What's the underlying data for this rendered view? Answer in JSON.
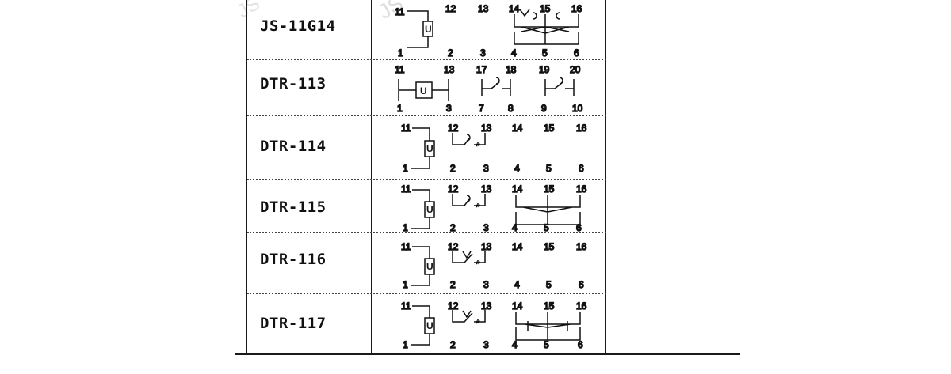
{
  "watermark": "JS",
  "rows": [
    {
      "model": "JS-11G14",
      "top_terminals": [
        "11",
        "12",
        "13",
        "14",
        "15",
        "16"
      ],
      "bottom_terminals": [
        "1",
        "2",
        "3",
        "4",
        "5",
        "6"
      ],
      "coil_symbol": "U"
    },
    {
      "model": "DTR-113",
      "top_terminals": [
        "11",
        "13",
        "17",
        "18",
        "19",
        "20"
      ],
      "bottom_terminals": [
        "1",
        "3",
        "7",
        "8",
        "9",
        "10"
      ],
      "coil_symbol": "U"
    },
    {
      "model": "DTR-114",
      "top_terminals": [
        "11",
        "12",
        "13",
        "14",
        "15",
        "16"
      ],
      "bottom_terminals": [
        "1",
        "2",
        "3",
        "4",
        "5",
        "6"
      ],
      "coil_symbol": "U",
      "contact_mark": "*"
    },
    {
      "model": "DTR-115",
      "top_terminals": [
        "11",
        "12",
        "13",
        "14",
        "15",
        "16"
      ],
      "bottom_terminals": [
        "1",
        "2",
        "3",
        "4",
        "5",
        "6"
      ],
      "coil_symbol": "U",
      "contact_mark": "*"
    },
    {
      "model": "DTR-116",
      "top_terminals": [
        "11",
        "12",
        "13",
        "14",
        "15",
        "16"
      ],
      "bottom_terminals": [
        "1",
        "2",
        "3",
        "4",
        "5",
        "6"
      ],
      "coil_symbol": "U",
      "contact_mark": "*"
    },
    {
      "model": "DTR-117",
      "top_terminals": [
        "11",
        "12",
        "13",
        "14",
        "15",
        "16"
      ],
      "bottom_terminals": [
        "1",
        "2",
        "3",
        "4",
        "5",
        "6"
      ],
      "coil_symbol": "U",
      "contact_mark": "*"
    }
  ]
}
